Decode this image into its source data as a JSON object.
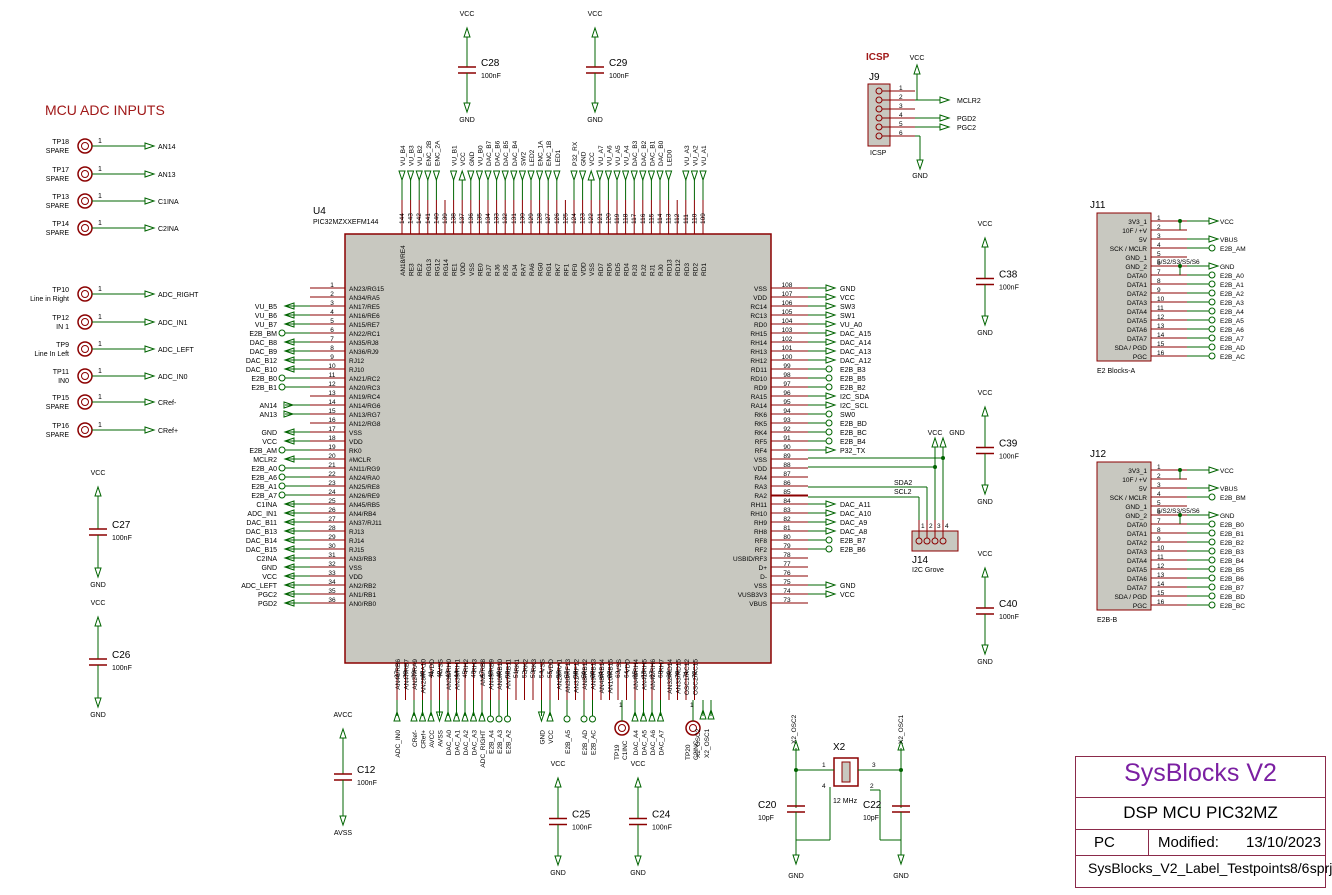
{
  "title_block": {
    "project": "SysBlocks V2",
    "sheet": "DSP MCU PIC32MZ",
    "author": "PC",
    "modified_label": "Modified:",
    "modified_date": "13/10/2023",
    "file": "SysBlocks_V2_Label_Testpoints.pdsprj",
    "page": "8/6"
  },
  "colors": {
    "wire": "#006400",
    "part": "#8b0000",
    "body": "#c8c8c0",
    "text": "#000000",
    "title": "#7b1fa2",
    "heading": "#a01818"
  },
  "adc_inputs": {
    "heading": "MCU ADC INPUTS",
    "testpoints": [
      {
        "ref": "TP18",
        "desc": "SPARE",
        "net": "AN14"
      },
      {
        "ref": "TP17",
        "desc": "SPARE",
        "net": "AN13"
      },
      {
        "ref": "TP13",
        "desc": "SPARE",
        "net": "C1INA"
      },
      {
        "ref": "TP14",
        "desc": "SPARE",
        "net": "C2INA"
      },
      {
        "ref": "TP10",
        "desc": "Line in Right",
        "net": "ADC_RIGHT"
      },
      {
        "ref": "TP12",
        "desc": "IN 1",
        "net": "ADC_IN1"
      },
      {
        "ref": "TP9",
        "desc": "Line In Left",
        "net": "ADC_LEFT"
      },
      {
        "ref": "TP11",
        "desc": "IN0",
        "net": "ADC_IN0"
      },
      {
        "ref": "TP15",
        "desc": "SPARE",
        "net": "CRef-"
      },
      {
        "ref": "TP16",
        "desc": "SPARE",
        "net": "CRef+"
      }
    ],
    "pin": "1"
  },
  "mcu": {
    "ref": "U4",
    "part": "PIC32MZXXEFM144",
    "left_pins": [
      {
        "n": "1",
        "name": "AN23/RG15",
        "net": ""
      },
      {
        "n": "2",
        "name": "AN34/RA5",
        "net": ""
      },
      {
        "n": "3",
        "name": "AN17/RE5",
        "net": "VU_B5"
      },
      {
        "n": "4",
        "name": "AN16/RE6",
        "net": "VU_B6"
      },
      {
        "n": "5",
        "name": "AN15/RE7",
        "net": "VU_B7"
      },
      {
        "n": "6",
        "name": "AN22/RC1",
        "net": "E2B_BM"
      },
      {
        "n": "7",
        "name": "AN35/RJ8",
        "net": "DAC_B8"
      },
      {
        "n": "8",
        "name": "AN36/RJ9",
        "net": "DAC_B9"
      },
      {
        "n": "9",
        "name": "RJ12",
        "net": "DAC_B12"
      },
      {
        "n": "10",
        "name": "RJ10",
        "net": "DAC_B10"
      },
      {
        "n": "11",
        "name": "AN21/RC2",
        "net": "E2B_B0"
      },
      {
        "n": "12",
        "name": "AN20/RC3",
        "net": "E2B_B1"
      },
      {
        "n": "13",
        "name": "AN19/RC4",
        "net": ""
      },
      {
        "n": "14",
        "name": "AN14/RG6",
        "net": "AN14"
      },
      {
        "n": "15",
        "name": "AN13/RG7",
        "net": "AN13"
      },
      {
        "n": "16",
        "name": "AN12/RG8",
        "net": ""
      },
      {
        "n": "17",
        "name": "VSS",
        "net": "GND"
      },
      {
        "n": "18",
        "name": "VDD",
        "net": "VCC"
      },
      {
        "n": "19",
        "name": "RK0",
        "net": "E2B_AM"
      },
      {
        "n": "20",
        "name": "#MCLR",
        "net": "MCLR2"
      },
      {
        "n": "21",
        "name": "AN11/RG9",
        "net": "E2B_A0"
      },
      {
        "n": "22",
        "name": "AN24/RA0",
        "net": "E2B_A6"
      },
      {
        "n": "23",
        "name": "AN25/RE8",
        "net": "E2B_A1"
      },
      {
        "n": "24",
        "name": "AN26/RE9",
        "net": "E2B_A7"
      },
      {
        "n": "25",
        "name": "AN45/RB5",
        "net": "C1INA"
      },
      {
        "n": "26",
        "name": "AN4/RB4",
        "net": "ADC_IN1"
      },
      {
        "n": "27",
        "name": "AN37/RJ11",
        "net": "DAC_B11"
      },
      {
        "n": "28",
        "name": "RJ13",
        "net": "DAC_B13"
      },
      {
        "n": "29",
        "name": "RJ14",
        "net": "DAC_B14"
      },
      {
        "n": "30",
        "name": "RJ15",
        "net": "DAC_B15"
      },
      {
        "n": "31",
        "name": "AN3/RB3",
        "net": "C2INA"
      },
      {
        "n": "32",
        "name": "VSS",
        "net": "GND"
      },
      {
        "n": "33",
        "name": "VDD",
        "net": "VCC"
      },
      {
        "n": "34",
        "name": "AN2/RB2",
        "net": "ADC_LEFT"
      },
      {
        "n": "35",
        "name": "AN1/RB1",
        "net": "PGC2"
      },
      {
        "n": "36",
        "name": "AN0/RB0",
        "net": "PGD2"
      }
    ],
    "right_pins": [
      {
        "n": "108",
        "name": "VSS",
        "net": "GND"
      },
      {
        "n": "107",
        "name": "VDD",
        "net": "VCC"
      },
      {
        "n": "106",
        "name": "RC14",
        "net": "SW3"
      },
      {
        "n": "105",
        "name": "RC13",
        "net": "SW1"
      },
      {
        "n": "104",
        "name": "RD0",
        "net": "VU_A0"
      },
      {
        "n": "103",
        "name": "RH15",
        "net": "DAC_A15"
      },
      {
        "n": "102",
        "name": "RH14",
        "net": "DAC_A14"
      },
      {
        "n": "101",
        "name": "RH13",
        "net": "DAC_A13"
      },
      {
        "n": "100",
        "name": "RH12",
        "net": "DAC_A12"
      },
      {
        "n": "99",
        "name": "RD11",
        "net": "E2B_B3"
      },
      {
        "n": "98",
        "name": "RD10",
        "net": "E2B_B5"
      },
      {
        "n": "97",
        "name": "RD9",
        "net": "E2B_B2"
      },
      {
        "n": "96",
        "name": "RA15",
        "net": "I2C_SDA"
      },
      {
        "n": "95",
        "name": "RA14",
        "net": "I2C_SCL"
      },
      {
        "n": "94",
        "name": "RK6",
        "net": "SW0"
      },
      {
        "n": "93",
        "name": "RK5",
        "net": "E2B_BD"
      },
      {
        "n": "92",
        "name": "RK4",
        "net": "E2B_BC"
      },
      {
        "n": "91",
        "name": "RF5",
        "net": "E2B_B4"
      },
      {
        "n": "90",
        "name": "RF4",
        "net": "P32_TX"
      },
      {
        "n": "89",
        "name": "VSS",
        "net": ""
      },
      {
        "n": "88",
        "name": "VDD",
        "net": ""
      },
      {
        "n": "87",
        "name": "RA4",
        "net": ""
      },
      {
        "n": "86",
        "name": "RA3",
        "net": "SDA2"
      },
      {
        "n": "85",
        "name": "RA2",
        "net": "SCL2"
      },
      {
        "n": "84",
        "name": "RH11",
        "net": "DAC_A11"
      },
      {
        "n": "83",
        "name": "RH10",
        "net": "DAC_A10"
      },
      {
        "n": "82",
        "name": "RH9",
        "net": "DAC_A9"
      },
      {
        "n": "81",
        "name": "RH8",
        "net": "DAC_A8"
      },
      {
        "n": "80",
        "name": "RF8",
        "net": "E2B_B7"
      },
      {
        "n": "79",
        "name": "RF2",
        "net": "E2B_B6"
      },
      {
        "n": "78",
        "name": "USBID/RF3",
        "net": ""
      },
      {
        "n": "77",
        "name": "D+",
        "net": ""
      },
      {
        "n": "76",
        "name": "D-",
        "net": ""
      },
      {
        "n": "75",
        "name": "VSS",
        "net": "GND"
      },
      {
        "n": "74",
        "name": "VUSB3V3",
        "net": "VCC"
      },
      {
        "n": "73",
        "name": "VBUS",
        "net": ""
      }
    ],
    "top_pins": [
      {
        "n": "144",
        "name": "AN18/RE4",
        "net": "VU_B4"
      },
      {
        "n": "143",
        "name": "RE3",
        "net": "VU_B3"
      },
      {
        "n": "142",
        "name": "RE2",
        "net": "VU_B2"
      },
      {
        "n": "141",
        "name": "RG13",
        "net": "ENC_2B"
      },
      {
        "n": "140",
        "name": "RG12",
        "net": "ENC_2A"
      },
      {
        "n": "139",
        "name": "RG14",
        "net": ""
      },
      {
        "n": "138",
        "name": "RE1",
        "net": "VU_B1"
      },
      {
        "n": "137",
        "name": "VDD",
        "net": "VCC"
      },
      {
        "n": "136",
        "name": "VSS",
        "net": "GND"
      },
      {
        "n": "135",
        "name": "RE0",
        "net": "VU_B0"
      },
      {
        "n": "134",
        "name": "RJ7",
        "net": "DAC_B7"
      },
      {
        "n": "133",
        "name": "RJ6",
        "net": "DAC_B6"
      },
      {
        "n": "132",
        "name": "RJ5",
        "net": "DAC_B5"
      },
      {
        "n": "131",
        "name": "RJ4",
        "net": "DAC_B4"
      },
      {
        "n": "130",
        "name": "RA7",
        "net": "SW2"
      },
      {
        "n": "129",
        "name": "RA6",
        "net": "LED2"
      },
      {
        "n": "128",
        "name": "RG0",
        "net": "ENC_1A"
      },
      {
        "n": "127",
        "name": "RG1",
        "net": "ENC_1B"
      },
      {
        "n": "126",
        "name": "RK7",
        "net": "LED1"
      },
      {
        "n": "125",
        "name": "RF1",
        "net": ""
      },
      {
        "n": "124",
        "name": "RF0",
        "net": "P32_RX"
      },
      {
        "n": "123",
        "name": "VDD",
        "net": "GND"
      },
      {
        "n": "122",
        "name": "VSS",
        "net": "VCC"
      },
      {
        "n": "121",
        "name": "RD7",
        "net": "VU_A7"
      },
      {
        "n": "120",
        "name": "RD6",
        "net": "VU_A6"
      },
      {
        "n": "119",
        "name": "RD5",
        "net": "VU_A5"
      },
      {
        "n": "118",
        "name": "RD4",
        "net": "VU_A4"
      },
      {
        "n": "117",
        "name": "RJ3",
        "net": "DAC_B3"
      },
      {
        "n": "116",
        "name": "RJ2",
        "net": "DAC_B2"
      },
      {
        "n": "115",
        "name": "RJ1",
        "net": "DAC_B1"
      },
      {
        "n": "114",
        "name": "RJ0",
        "net": "DAC_B0"
      },
      {
        "n": "113",
        "name": "RD13",
        "net": "LED0"
      },
      {
        "n": "112",
        "name": "RD12",
        "net": ""
      },
      {
        "n": "111",
        "name": "RD3",
        "net": "VU_A3"
      },
      {
        "n": "110",
        "name": "RD2",
        "net": "VU_A2"
      },
      {
        "n": "109",
        "name": "RD1",
        "net": "VU_A1"
      }
    ],
    "bottom_pins": [
      {
        "n": "37",
        "name": "AN46/RB6",
        "net": "ADC_IN0"
      },
      {
        "n": "38",
        "name": "AN47/RB7",
        "net": ""
      },
      {
        "n": "39",
        "name": "AN27/RA9",
        "net": "CRef-"
      },
      {
        "n": "40",
        "name": "AN28/RA10",
        "net": "CRef+"
      },
      {
        "n": "41",
        "name": "AVDD",
        "net": "AVCC"
      },
      {
        "n": "42",
        "name": "AVSS",
        "net": "AVSS"
      },
      {
        "n": "43",
        "name": "AN38/RH0",
        "net": "DAC_A0"
      },
      {
        "n": "44",
        "name": "AN39/RH1",
        "net": "DAC_A1"
      },
      {
        "n": "45",
        "name": "RH2",
        "net": "DAC_A2"
      },
      {
        "n": "46",
        "name": "RH3",
        "net": "DAC_A3"
      },
      {
        "n": "47",
        "name": "AN5/RB8",
        "net": "ADC_RIGHT"
      },
      {
        "n": "48",
        "name": "AN49/RB9",
        "net": "E2B_A4"
      },
      {
        "n": "49",
        "name": "AN6/RB10",
        "net": "E2B_A3"
      },
      {
        "n": "50",
        "name": "AN7/RB11",
        "net": "E2B_A2"
      },
      {
        "n": "51",
        "name": "RK1",
        "net": ""
      },
      {
        "n": "52",
        "name": "RK2",
        "net": ""
      },
      {
        "n": "53",
        "name": "RK3",
        "net": ""
      },
      {
        "n": "54",
        "name": "VSS",
        "net": "GND"
      },
      {
        "n": "55",
        "name": "VDD",
        "net": "VCC"
      },
      {
        "n": "56",
        "name": "AN29/RA1",
        "net": ""
      },
      {
        "n": "57",
        "name": "AN30/RF13",
        "net": "E2B_A5"
      },
      {
        "n": "58",
        "name": "AN31/RF12",
        "net": ""
      },
      {
        "n": "59",
        "name": "AN8/RB12",
        "net": "E2B_AD"
      },
      {
        "n": "60",
        "name": "AN9/RB13",
        "net": "E2B_AC"
      },
      {
        "n": "61",
        "name": "AN48/RB14",
        "net": ""
      },
      {
        "n": "62",
        "name": "AN10/RB15",
        "net": "C1INC"
      },
      {
        "n": "63",
        "name": "VSS",
        "net": ""
      },
      {
        "n": "64",
        "name": "VDD",
        "net": ""
      },
      {
        "n": "65",
        "name": "AN40/RH4",
        "net": "DAC_A4"
      },
      {
        "n": "66",
        "name": "AN41/RH5",
        "net": "DAC_A5"
      },
      {
        "n": "67",
        "name": "AN42/RH6",
        "net": "DAC_A6"
      },
      {
        "n": "68",
        "name": "RH7",
        "net": "DAC_A7"
      },
      {
        "n": "69",
        "name": "AN32/RD14",
        "net": "C2INC"
      },
      {
        "n": "70",
        "name": "AN33/RD15",
        "net": ""
      },
      {
        "n": "71",
        "name": "OSC1/RC12",
        "net": "X2_OSC2"
      },
      {
        "n": "72",
        "name": "OSC2/RC15",
        "net": "X2_OSC1"
      }
    ],
    "bottom_testpoints": [
      {
        "ref": "TP19",
        "pin": "1"
      },
      {
        "ref": "TP20",
        "pin": "1"
      }
    ],
    "supply_labels": {
      "gnd": "GND",
      "vcc": "VCC",
      "avcc": "AVCC",
      "avss": "AVSS"
    }
  },
  "icsp": {
    "title": "ICSP",
    "ref": "J9",
    "label": "ICSP",
    "supply": "VCC",
    "ground": "GND",
    "pins": [
      {
        "n": "1",
        "net": ""
      },
      {
        "n": "2",
        "net": "MCLR2"
      },
      {
        "n": "3",
        "net": ""
      },
      {
        "n": "4",
        "net": "PGD2"
      },
      {
        "n": "5",
        "net": "PGC2"
      },
      {
        "n": "6",
        "net": ""
      }
    ]
  },
  "j11": {
    "ref": "J11",
    "label": "E2 Blocks-A",
    "rows": [
      {
        "name": "3V3_1",
        "n": "1",
        "net": "VCC"
      },
      {
        "name": "10F / +V",
        "n": "2",
        "net": ""
      },
      {
        "name": "5V",
        "n": "3",
        "net": "VBUS"
      },
      {
        "name": "SCK / MCLR",
        "n": "4",
        "net": "E2B_AM"
      },
      {
        "name": "GND_1",
        "n": "5",
        "net": ""
      },
      {
        "name": "GND_2",
        "n": "6",
        "net": "GND"
      },
      {
        "name": "DATA0",
        "n": "7",
        "net": "E2B_A0"
      },
      {
        "name": "DATA1",
        "n": "8",
        "net": "E2B_A1"
      },
      {
        "name": "DATA2",
        "n": "9",
        "net": "E2B_A2"
      },
      {
        "name": "DATA3",
        "n": "10",
        "net": "E2B_A3"
      },
      {
        "name": "DATA4",
        "n": "11",
        "net": "E2B_A4"
      },
      {
        "name": "DATA5",
        "n": "12",
        "net": "E2B_A5"
      },
      {
        "name": "DATA6",
        "n": "13",
        "net": "E2B_A6"
      },
      {
        "name": "DATA7",
        "n": "14",
        "net": "E2B_A7"
      },
      {
        "name": "SDA / PGD",
        "n": "15",
        "net": "E2B_AD"
      },
      {
        "name": "PGC",
        "n": "16",
        "net": "E2B_AC"
      }
    ],
    "note": "5/S2/S3/S5/S6"
  },
  "j12": {
    "ref": "J12",
    "label": "E2B-B",
    "rows": [
      {
        "name": "3V3_1",
        "n": "1",
        "net": "VCC"
      },
      {
        "name": "10F / +V",
        "n": "2",
        "net": ""
      },
      {
        "name": "5V",
        "n": "3",
        "net": "VBUS"
      },
      {
        "name": "SCK / MCLR",
        "n": "4",
        "net": "E2B_BM"
      },
      {
        "name": "GND_1",
        "n": "5",
        "net": ""
      },
      {
        "name": "GND_2",
        "n": "6",
        "net": "GND"
      },
      {
        "name": "DATA0",
        "n": "7",
        "net": "E2B_B0"
      },
      {
        "name": "DATA1",
        "n": "8",
        "net": "E2B_B1"
      },
      {
        "name": "DATA2",
        "n": "9",
        "net": "E2B_B2"
      },
      {
        "name": "DATA3",
        "n": "10",
        "net": "E2B_B3"
      },
      {
        "name": "DATA4",
        "n": "11",
        "net": "E2B_B4"
      },
      {
        "name": "DATA5",
        "n": "12",
        "net": "E2B_B5"
      },
      {
        "name": "DATA6",
        "n": "13",
        "net": "E2B_B6"
      },
      {
        "name": "DATA7",
        "n": "14",
        "net": "E2B_B7"
      },
      {
        "name": "SDA / PGD",
        "n": "15",
        "net": "E2B_BD"
      },
      {
        "name": "PGC",
        "n": "16",
        "net": "E2B_BC"
      }
    ],
    "note": "5/S2/S3/S5/S6"
  },
  "j14": {
    "ref": "J14",
    "label": "I2C Grove",
    "supply": "VCC",
    "ground": "GND",
    "nets": [
      "SDA2",
      "SCL2"
    ],
    "pins": [
      "1",
      "2",
      "3",
      "4"
    ]
  },
  "crystal": {
    "ref": "X2",
    "value": "12 MHz",
    "nets": [
      "X2_OSC2",
      "X2_OSC1"
    ],
    "pins": [
      "1",
      "2",
      "3",
      "4"
    ]
  },
  "capacitors": [
    {
      "ref": "C28",
      "value": "100nF",
      "top": "VCC",
      "bottom": "GND"
    },
    {
      "ref": "C29",
      "value": "100nF",
      "top": "VCC",
      "bottom": "GND"
    },
    {
      "ref": "C38",
      "value": "100nF",
      "top": "VCC",
      "bottom": "GND"
    },
    {
      "ref": "C39",
      "value": "100nF",
      "top": "VCC",
      "bottom": "GND"
    },
    {
      "ref": "C40",
      "value": "100nF",
      "top": "VCC",
      "bottom": "GND"
    },
    {
      "ref": "C27",
      "value": "100nF",
      "top": "VCC",
      "bottom": "GND"
    },
    {
      "ref": "C26",
      "value": "100nF",
      "top": "VCC",
      "bottom": "GND"
    },
    {
      "ref": "C12",
      "value": "100nF",
      "top": "AVCC",
      "bottom": "AVSS"
    },
    {
      "ref": "C25",
      "value": "100nF",
      "top": "VCC",
      "bottom": "GND"
    },
    {
      "ref": "C24",
      "value": "100nF",
      "top": "VCC",
      "bottom": "GND"
    },
    {
      "ref": "C20",
      "value": "10pF",
      "top": "",
      "bottom": "GND"
    },
    {
      "ref": "C22",
      "value": "10pF",
      "top": "",
      "bottom": "GND"
    }
  ]
}
